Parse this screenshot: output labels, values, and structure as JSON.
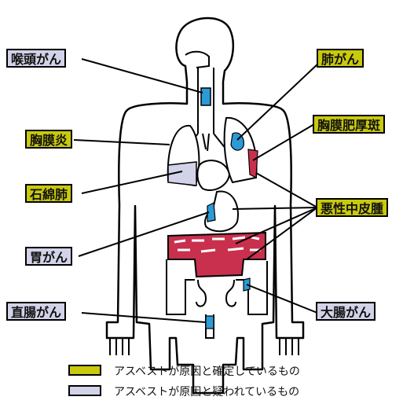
{
  "labels": {
    "laryngeal": "喉頭がん",
    "pleurisy": "胸膜炎",
    "asbestosis": "石綿肺",
    "stomach": "胃がん",
    "rectal": "直腸がん",
    "lung": "肺がん",
    "pleural_plaque": "胸膜肥厚斑",
    "mesothelioma": "悪性中皮腫",
    "colon": "大腸がん"
  },
  "legend": {
    "confirmed": "アスベストが原因と確定しているもの",
    "suspected": "アスベストが原因と疑われているもの"
  },
  "colors": {
    "confirmed": "#c9c90e",
    "suspected": "#d2d2e8",
    "tumor": "#2c9ad6",
    "mesothelioma": "#c9304e",
    "outline": "#000000"
  }
}
